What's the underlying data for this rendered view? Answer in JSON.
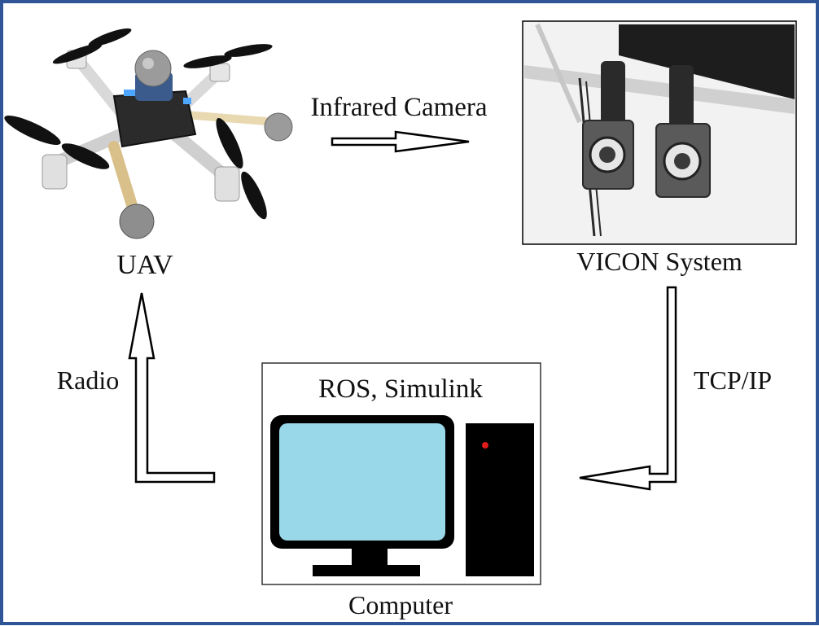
{
  "diagram": {
    "nodes": {
      "uav": {
        "label": "UAV",
        "image": "quadrotor-drone-photo"
      },
      "vicon": {
        "label": "VICON System",
        "image": "infrared-camera-photo"
      },
      "computer": {
        "label": "Computer",
        "software": "ROS, Simulink",
        "image": "desktop-computer-icon"
      }
    },
    "edges": [
      {
        "from": "uav",
        "to": "vicon",
        "label": "Infrared Camera"
      },
      {
        "from": "vicon",
        "to": "computer",
        "label": "TCP/IP"
      },
      {
        "from": "computer",
        "to": "uav",
        "label": "Radio"
      }
    ]
  },
  "colors": {
    "border": "#2f5597",
    "monitor_screen": "#99d8e8",
    "power_led": "#e21b1b",
    "stroke": "#000000"
  }
}
